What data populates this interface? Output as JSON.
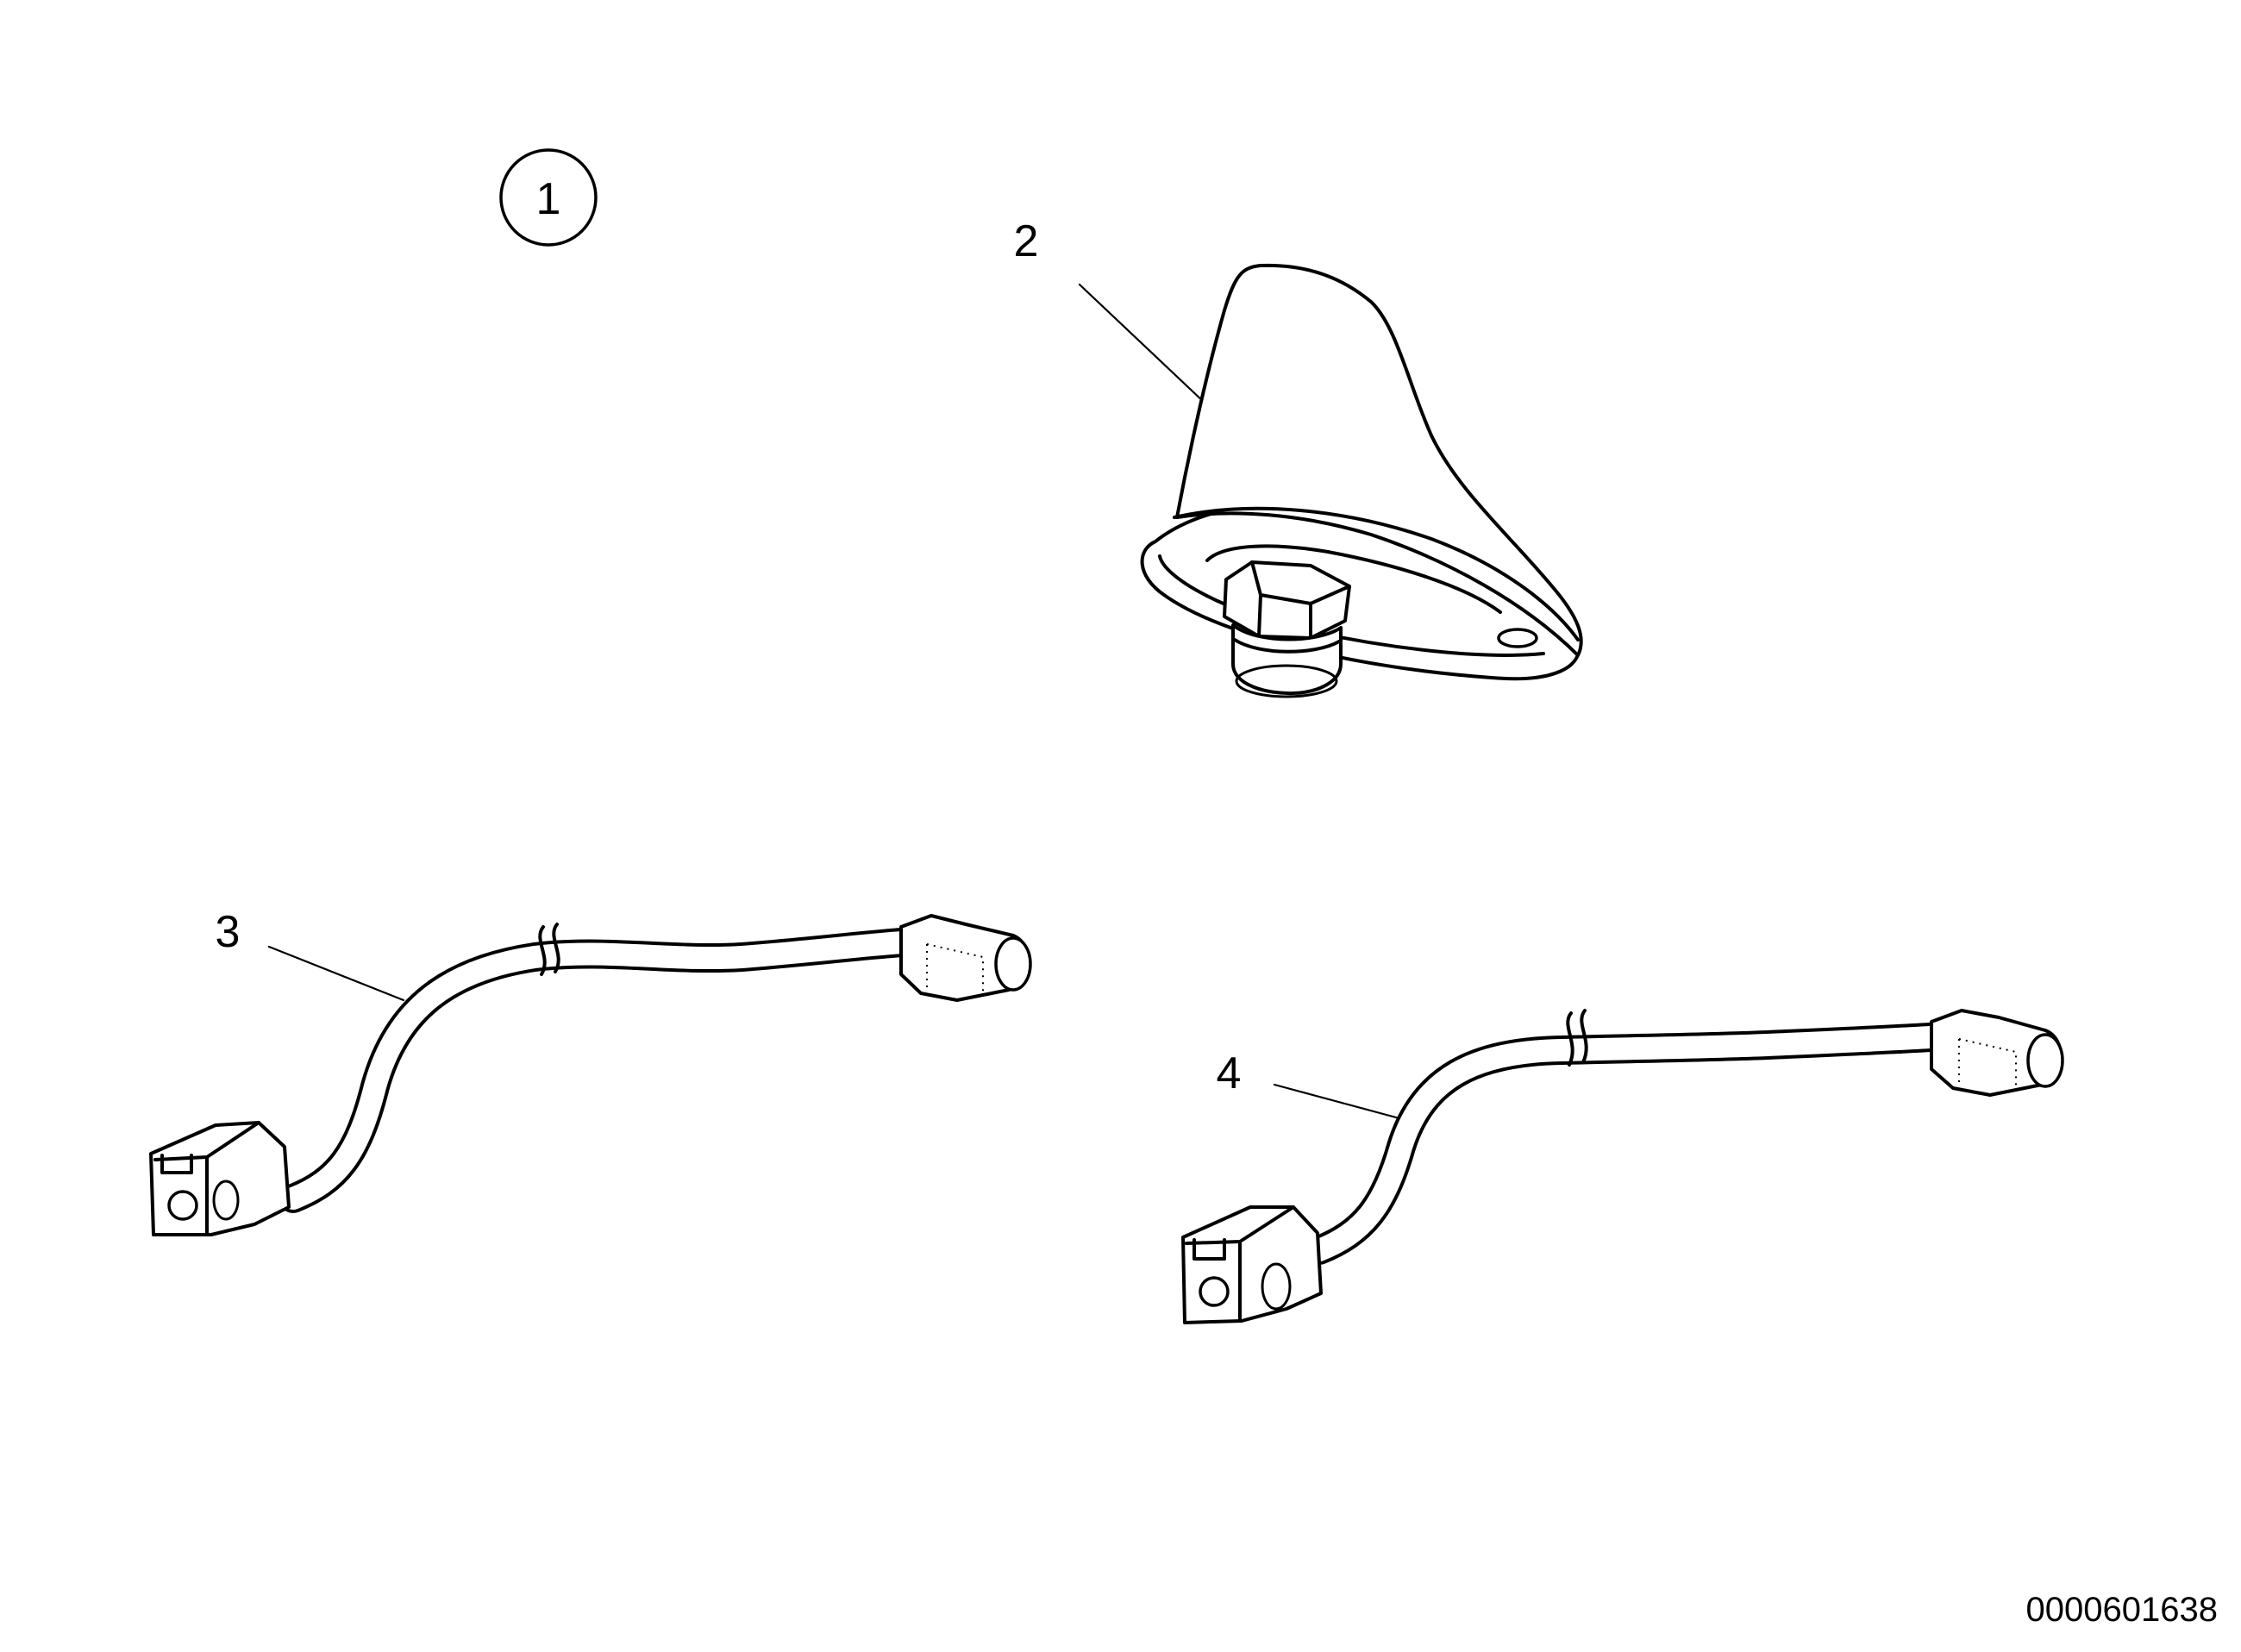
{
  "callouts": {
    "main_circled": "1",
    "antenna": "2",
    "cable_upper": "3",
    "cable_lower": "4"
  },
  "reference_number": "0000601638",
  "colors": {
    "line": "#000000",
    "background": "#ffffff"
  }
}
